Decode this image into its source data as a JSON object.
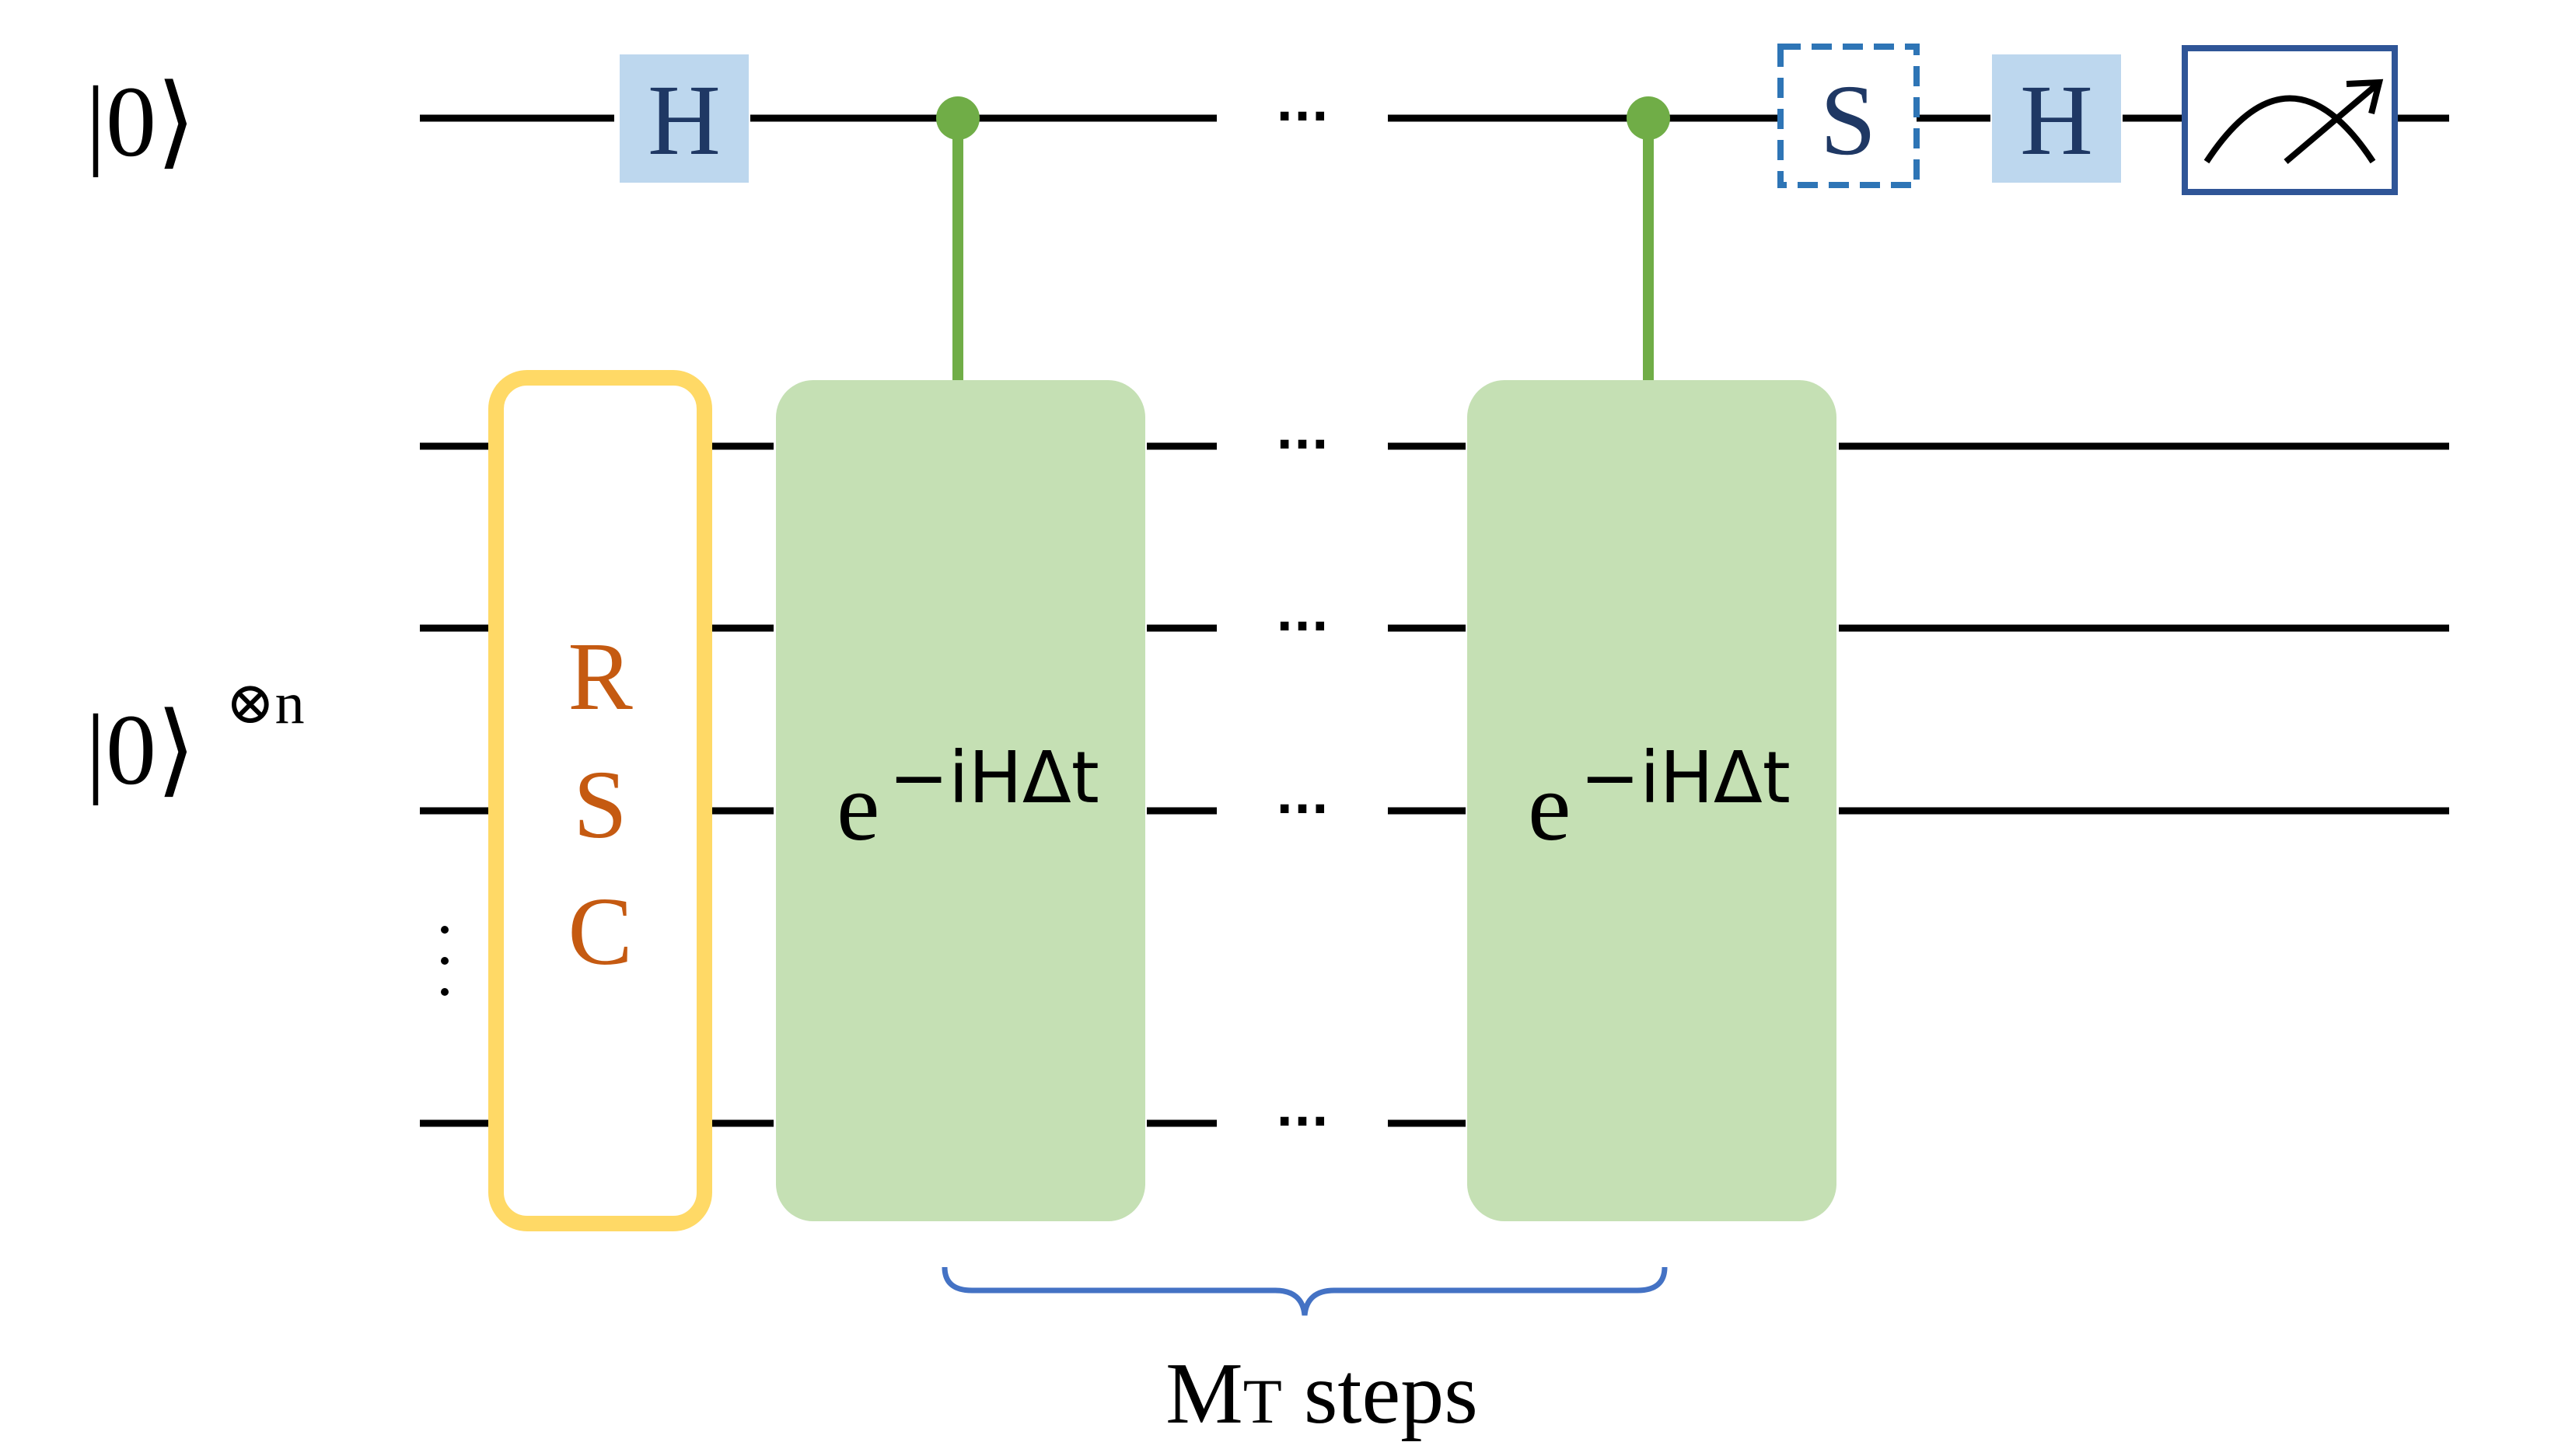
{
  "labels": {
    "ancilla_ket": "|0⟩",
    "register_ket": "|0⟩",
    "register_power": "⊗n",
    "gate_h1": "H",
    "gate_s": "S",
    "gate_h2": "H",
    "rsc_letters": [
      "R",
      "S",
      "C"
    ],
    "evo_base": "e",
    "evo_exponent": "−iHΔt",
    "ellipsis": "···",
    "brace_label_m": "M",
    "brace_label_t": "T",
    "brace_label_steps": " steps"
  },
  "colors": {
    "wire": "#000000",
    "h_gate_fill": "#bdd7ee",
    "gate_text": "#1f3864",
    "s_gate_border": "#2e75b6",
    "meter_border": "#2f5597",
    "control": "#70ad47",
    "evolution_fill": "#c5e0b4",
    "rsc_border": "#ffd966",
    "rsc_text": "#c55a11",
    "brace": "#4472c4"
  }
}
